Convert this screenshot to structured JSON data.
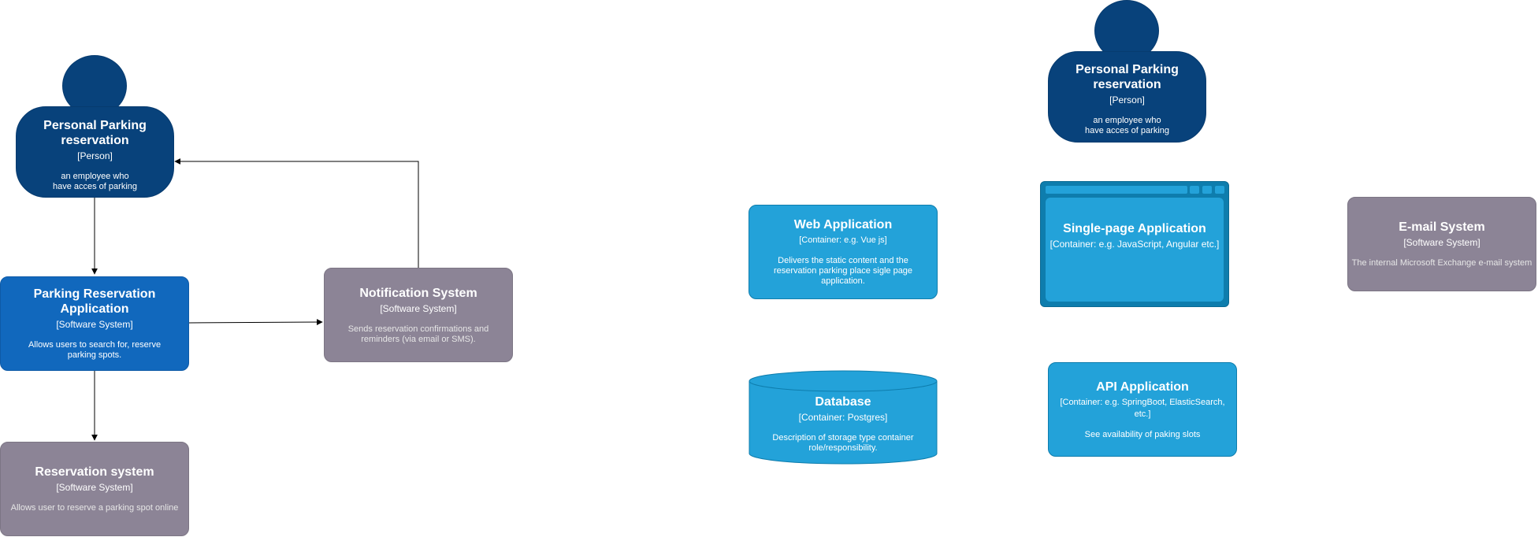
{
  "person_left": {
    "title": "Personal Parking reservation",
    "type": "[Person]",
    "desc_line1": "an employee who",
    "desc_line2": "have acces of parking"
  },
  "person_right": {
    "title": "Personal Parking reservation",
    "type": "[Person]",
    "desc_line1": "an employee who",
    "desc_line2": "have acces of parking"
  },
  "parking_app": {
    "title": "Parking Reservation Application",
    "type": "[Software System]",
    "desc": "Allows users to search for, reserve parking spots."
  },
  "notification": {
    "title": "Notification System",
    "type": "[Software System]",
    "desc": "Sends reservation confirmations and reminders (via email or SMS)."
  },
  "reservation_sys": {
    "title": "Reservation system",
    "type": "[Software System]",
    "desc": "Allows user to reserve a parking spot online"
  },
  "web_app": {
    "title": "Web Application",
    "type": "[Container: e.g. Vue js]",
    "desc": "Delivers the static content and the reservation parking place sigle page application."
  },
  "spa": {
    "title": "Single-page Application",
    "type": "[Container: e.g. JavaScript, Angular etc.]"
  },
  "email": {
    "title": "E-mail System",
    "type": "[Software System]",
    "desc": "The internal Microsoft Exchange e-mail system"
  },
  "database": {
    "title": "Database",
    "type": "[Container: Postgres]",
    "desc": "Description of storage type container role/responsibility."
  },
  "api": {
    "title": "API Application",
    "type": "[Container: e.g. SpringBoot, ElasticSearch, etc.]",
    "desc": "See availability of paking slots"
  },
  "colors": {
    "person": "#08427b",
    "software_system": "#1168bd",
    "external_system": "#8c8496",
    "container": "#23a2d9",
    "edge": "#000000"
  }
}
